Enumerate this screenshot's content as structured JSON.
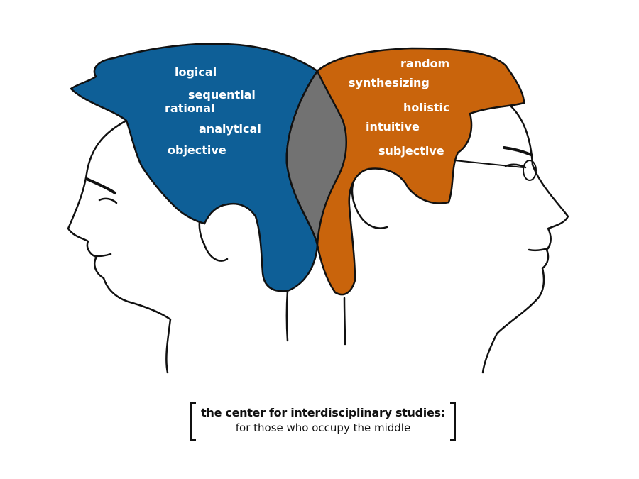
{
  "colors": {
    "left_brain": "#0e5f97",
    "right_brain": "#c9640c",
    "overlap": "#727272",
    "outline": "#111111"
  },
  "left_words": [
    "logical",
    "sequential",
    "rational",
    "analytical",
    "objective"
  ],
  "right_words": [
    "random",
    "synthesizing",
    "holistic",
    "intuitive",
    "subjective"
  ],
  "caption": {
    "title": "the center for interdisciplinary studies:",
    "subtitle": "for those who occupy the middle"
  }
}
